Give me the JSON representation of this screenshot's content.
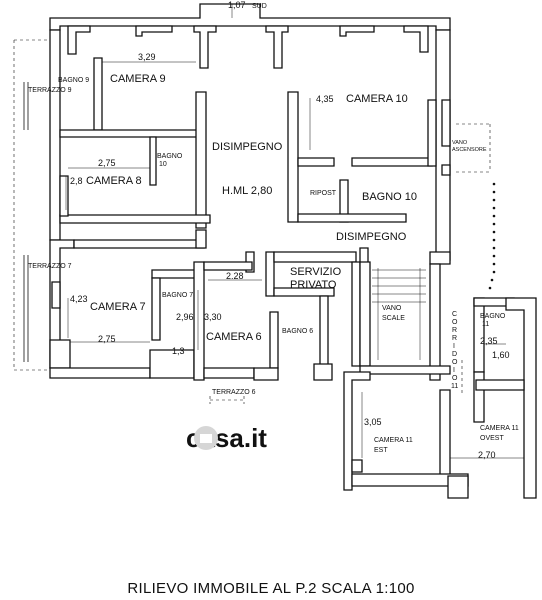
{
  "caption": "RILIEVO IMMOBILE AL P.2 SCALA 1:100",
  "watermark": "casa.it",
  "rooms": {
    "camera9": "CAMERA 9",
    "camera10": "CAMERA 10",
    "camera8": "CAMERA 8",
    "camera7": "CAMERA 7",
    "camera6": "CAMERA 6",
    "camera11_est_1": "CAMERA 11",
    "camera11_est_2": "EST",
    "camera11_ovest_1": "CAMERA 11",
    "camera11_ovest_2": "OVEST",
    "bagno9": "BAGNO 9",
    "bagno10_small_1": "BAGNO",
    "bagno10_small_2": "10",
    "bagno10": "BAGNO 10",
    "bagno7": "BAGNO 7",
    "bagno6": "BAGNO 6",
    "bagno11_1": "BAGNO",
    "bagno11_2": "11",
    "terrazzo9": "TERRAZZO 9",
    "terrazzo7": "TERRAZZO 7",
    "terrazzo6": "TERRAZZO 6",
    "disimpegno_top": "DISIMPEGNO",
    "disimpegno_mid": "DISIMPEGNO",
    "hml": "H.ML 2,80",
    "ripost": "RIPOST",
    "servizio_1": "SERVIZIO",
    "servizio_2": "PRIVATO",
    "vano_scale_1": "VANO",
    "vano_scale_2": "SCALE",
    "vano_asc_1": "VANO",
    "vano_asc_2": "ASCENSORE",
    "corridoio": [
      "C",
      "O",
      "R",
      "R",
      "I",
      "D",
      "O",
      "I",
      "O",
      "11"
    ],
    "sud": "SUD"
  },
  "dimensions": {
    "top": "1,07",
    "camera9_w": "3,29",
    "camera10_h": "4,35",
    "camera8_w": "2,75",
    "camera8_h": "2,8",
    "camera7_h": "4,23",
    "camera7_w": "2,75",
    "bagno7_w": "1,3",
    "bagno7_h": "2,96",
    "camera6_w": "2.28",
    "camera6_h": "3,30",
    "bagno11_h": "2,35",
    "bagno11_w": "1,60",
    "camera11_est_h": "3,05",
    "camera11_ovest_w": "2,70"
  }
}
